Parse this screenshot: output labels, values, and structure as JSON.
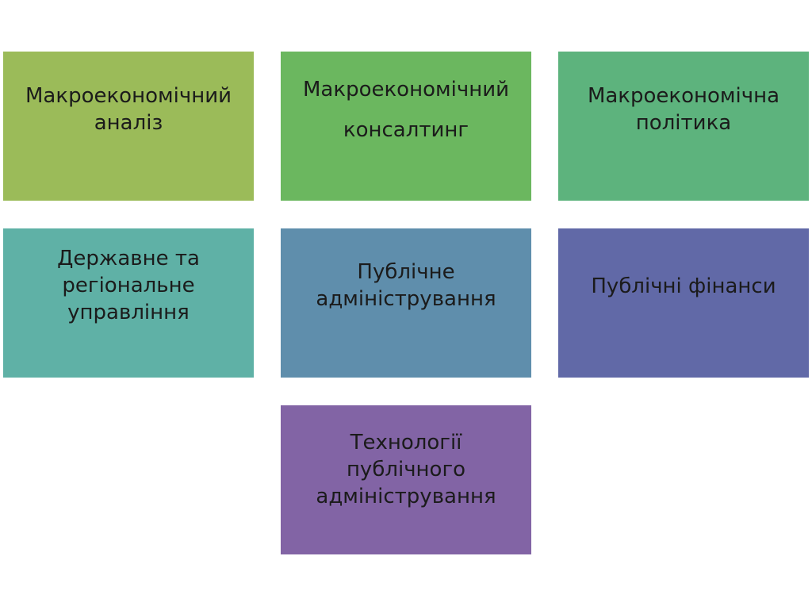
{
  "boxes": [
    {
      "lines": [
        "Макроекономічний",
        "аналіз"
      ],
      "color": "#9bbb59"
    },
    {
      "lines": [
        "Макроекономічний",
        "консалтинг"
      ],
      "color": "#6bb75f"
    },
    {
      "lines": [
        "Макроекономічна",
        "політика"
      ],
      "color": "#5db37d"
    },
    {
      "lines": [
        "Державне та",
        "регіональне",
        "управління"
      ],
      "color": "#5fb1a6"
    },
    {
      "lines": [
        "Публічне",
        "адміністрування"
      ],
      "color": "#5f8eac"
    },
    {
      "lines": [
        "Публічні фінанси"
      ],
      "color": "#6169a7"
    },
    {
      "lines": [
        "Технології",
        "публічного",
        "адміністрування"
      ],
      "color": "#8264a5"
    }
  ]
}
